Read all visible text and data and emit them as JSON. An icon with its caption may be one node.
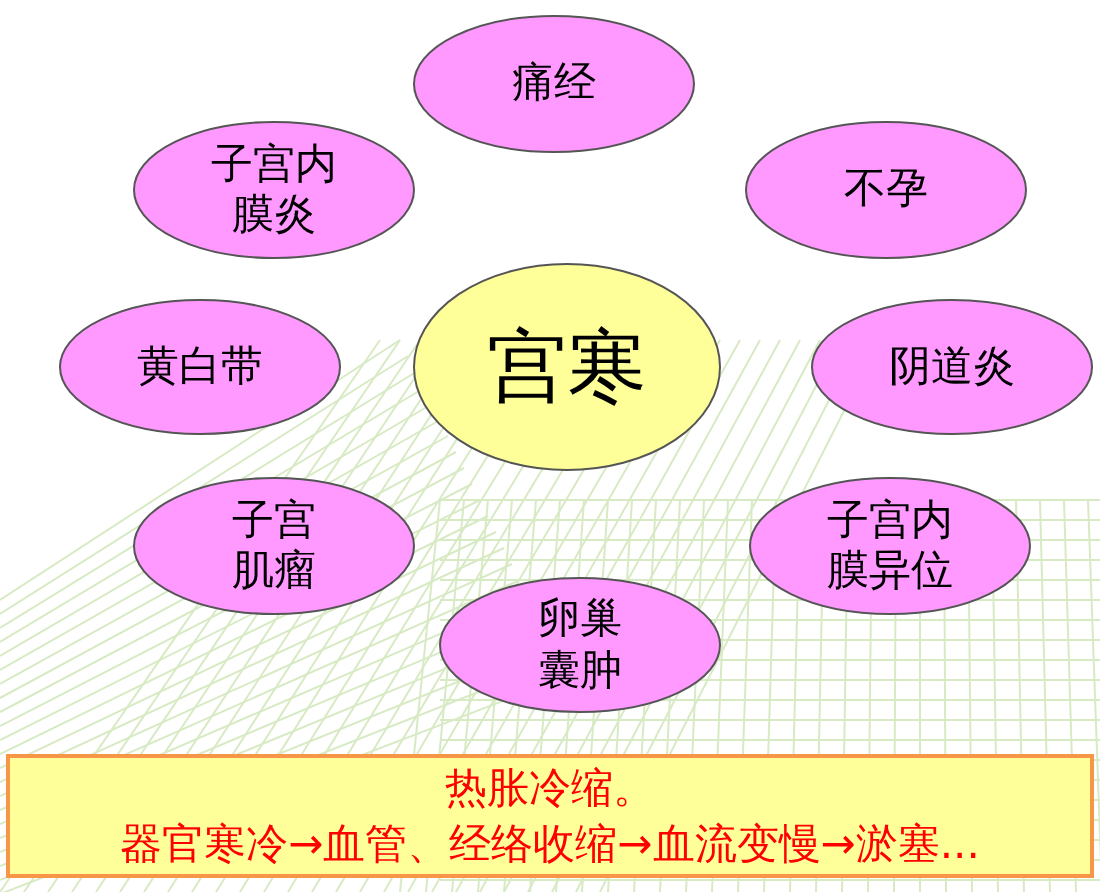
{
  "diagram": {
    "nodes": [
      {
        "text": [
          "痛经"
        ]
      },
      {
        "text": [
          "子宫内膜炎"
        ]
      },
      {
        "text": [
          "不孕"
        ]
      },
      {
        "text": [
          "黄白带"
        ]
      },
      {
        "text": [
          "宫寒"
        ]
      },
      {
        "text": [
          "阴道炎"
        ]
      },
      {
        "text": [
          "子宫肌瘤"
        ]
      },
      {
        "text": [
          "子宫内膜异位"
        ]
      },
      {
        "text": [
          "卵巢囊肿"
        ]
      },
      {
        "text": [
          "热胀冷缩。",
          "器官寒冷→血管、经络收缩→血流变慢→淤塞..."
        ]
      }
    ]
  }
}
